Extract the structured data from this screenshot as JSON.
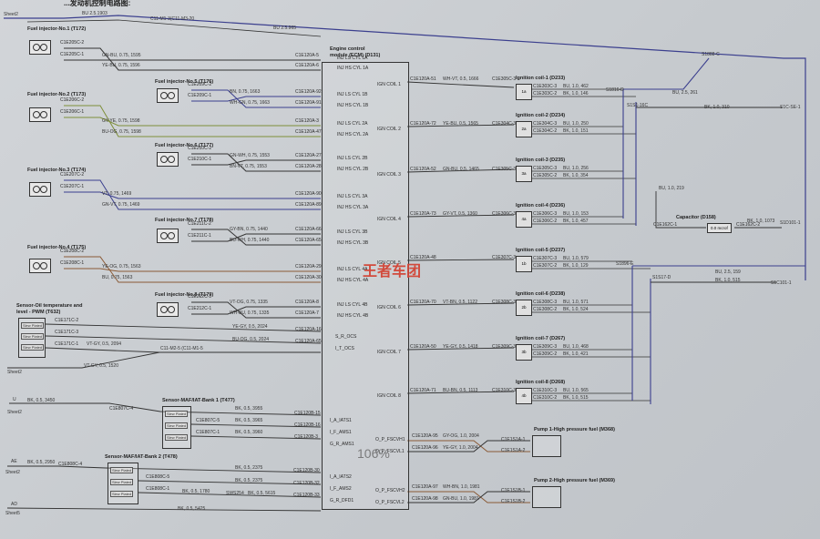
{
  "header": {
    "title": "...发动机控制电路图:"
  },
  "ecm": {
    "title": "Engine control",
    "title2": "module (ECM) (D131)"
  },
  "top": {
    "sheet": "Sheet2",
    "bu_left": "BU 2.5.1903",
    "c11m1": "C11-M1-3(C11-M3-20",
    "bu_mid": "BU 2.5.965",
    "s1": "S1888-C",
    "s2": "S1816-D",
    "s3": "S1S1-16C"
  },
  "injectors": [
    {
      "title": "Fuel injector-No.1 (T172)",
      "p1": "C1E205C-2",
      "p2": "C1E205C-1",
      "w1": "GN-BU, 0.75, 1595",
      "w2": "YE-BU, 0.75, 1596",
      "e1": "C1E120A-5",
      "e2": "C1E120A-6",
      "ecm1": "INJ LS CYL 1A",
      "ecm2": "INJ HS CYL 1A"
    },
    {
      "title": "Fuel injector-No.5 (T176)",
      "p1": "C1E209C-2",
      "p2": "C1E209C-1",
      "w1": "BN, 0.75, 1663",
      "w2": "WH-GN, 0.75, 1663",
      "e1": "C1E120A-92",
      "e2": "C1E120A-91",
      "ecm1": "INJ LS CYL 1B",
      "ecm2": "INJ HS CYL 1B"
    },
    {
      "title": "Fuel injector-No.2 (T173)",
      "p1": "C1E206C-2",
      "p2": "C1E206C-1",
      "w1": "GY-YE, 0.75, 1598",
      "w2": "BU-OG, 0.75, 1598",
      "e1": "C1E120A-3",
      "e2": "C1E120A-47",
      "ecm1": "INJ LS CYL 2A",
      "ecm2": "INJ HS CYL 2A"
    },
    {
      "title": "Fuel injector-No.6 (T177)",
      "p1": "C1E210C-2",
      "p2": "C1E210C-1",
      "w1": "GN-WH, 0.75, 1553",
      "w2": "BN-VT, 0.75, 1553",
      "e1": "C1E120A-27",
      "e2": "C1E120A-28",
      "ecm1": "INJ LS CYL 2B",
      "ecm2": "INJ HS CYL 2B"
    },
    {
      "title": "Fuel injector-No.3 (T174)",
      "p1": "C1E207C-2",
      "p2": "C1E207C-1",
      "w1": "VT, 0.75, 1469",
      "w2": "GN-VT, 0.75, 1469",
      "e1": "C1E120A-90",
      "e2": "C1E120A-89",
      "ecm1": "INJ LS CYL 3A",
      "ecm2": "INJ HS CYL 3A"
    },
    {
      "title": "Fuel injector-No.7 (T178)",
      "p1": "C1E211C-2",
      "p2": "C1E211C-1",
      "w1": "GY-BN, 0.75, 1440",
      "w2": "BU-WH, 0.75, 1440",
      "e1": "C1E120A-66",
      "e2": "C1E120A-65",
      "ecm1": "INJ LS CYL 3B",
      "ecm2": "INJ HS CYL 3B"
    },
    {
      "title": "Fuel injector-No.4 (T175)",
      "p1": "C1E208C-2",
      "p2": "C1E208C-1",
      "w1": "YE-OG, 0.75, 1563",
      "w2": "BU, 0.75, 1563",
      "e1": "C1E120A-29",
      "e2": "C1E120A-30",
      "ecm1": "INJ LS CYL 4A",
      "ecm2": "INJ HS CYL 4A"
    },
    {
      "title": "Fuel injector-No.8 (T179)",
      "p1": "C1E212C-2",
      "p2": "C1E212C-1",
      "w1": "VT-OG, 0.75, 1335",
      "w2": "WH-BU, 0.75, 1335",
      "e1": "C1E120A-8",
      "e2": "C1E120A-7",
      "ecm1": "INJ LS CYL 4B",
      "ecm2": "INJ HS CYL 4B"
    }
  ],
  "oil_sensor": {
    "title": "Sensor-Oil temperature and",
    "title2": "level - PWM (T632)",
    "p1": "C1E171C-2",
    "p2": "C1E171C-3",
    "p3": "C1E171C-1",
    "w1": "YE-GY, 0.5, 2024",
    "w2": "BU-OG, 0.5, 2024",
    "w3": "VT-GY, 0.5, 2094",
    "e1": "C1E120A-16",
    "e2": "C1E120A-65",
    "ecm1": "S_R_OCS",
    "ecm2": "I_T_OCS",
    "splice": "C11-M2-5 (C11-M1-5",
    "ground": "VT-GY, 0.5, 1520",
    "sheet": "Sheet2"
  },
  "maf1": {
    "title": "Sensor-MAF/IAT-Bank 1 (T477)",
    "sheet_u": "U",
    "bk": "BK, 0.5, 3450",
    "sheet": "Sheet2",
    "p1": "C1E807C-4",
    "p2": "C1E807C-5",
    "p3": "C1E807C-1",
    "w1": "BK, 0.5, 3955",
    "w2": "BK, 0.5, 3965",
    "w3": "BK, 0.5, 3960",
    "e1": "C1E120B-15",
    "e2": "C1E120B-16",
    "e3": "C1E120B-3",
    "ecm1": "I_A_IATS1",
    "ecm2": "I_F_AMS1",
    "ecm3": "G_R_AMS1"
  },
  "maf2": {
    "title": "Sensor-MAF/IAT-Bank 2 (T478)",
    "sheet_ae": "AE",
    "bk": "BK, 0.5, 2950",
    "sheet": "Sheet2",
    "p1": "C1E808C-4",
    "p2": "C1E808C-5",
    "p3": "C1E808C-1",
    "w1": "BK, 0.5, 2375",
    "w2": "BK, 0.5, 2375",
    "w3": "BK, 0.5, 1780",
    "w4": "SWS254",
    "w5": "BK, 0.5, 5615",
    "e1": "C1E120B-30",
    "e2": "C1E120B-32",
    "e3": "C1E120B-33",
    "ecm1": "I_A_IATS2",
    "ecm2": "I_F_AMS2",
    "ecm3": "G_R_DFD1",
    "sheet_ad": "AD",
    "bk2": "BK, 0.5, 5425",
    "sheet2": "Sheet5"
  },
  "ign_outputs": [
    {
      "ecm": "IGN COIL 1",
      "e": "C1E120A-51",
      "w": "WH-VT, 0.5, 1666",
      "c": "C1E305C-3"
    },
    {
      "ecm": "IGN COIL 2",
      "e": "C1E120A-72",
      "w": "YE-BU, 0.5, 1565",
      "c": "C1E304C-3"
    },
    {
      "ecm": "IGN COIL 3",
      "e": "C1E120A-52",
      "w": "GN-BU, 0.5, 1465",
      "c": "C1E305C-3"
    },
    {
      "ecm": "IGN COIL 4",
      "e": "C1E120A-73",
      "w": "GY-VT, 0.5, 1360",
      "c": "C1E306C-3"
    },
    {
      "ecm": "IGN COIL 5",
      "e": "C1E120A-48",
      "w": "",
      "c": "C1E307C-3"
    },
    {
      "ecm": "IGN COIL 6",
      "e": "C1E120A-70",
      "w": "VT-BN, 0.5, 1122",
      "c": "C1E308C-3"
    },
    {
      "ecm": "IGN COIL 7",
      "e": "C1E120A-50",
      "w": "YE-GY, 0.5, 1418",
      "c": "C1E309C-3"
    },
    {
      "ecm": "IGN COIL 8",
      "e": "C1E120A-71",
      "w": "BU-BN, 0.5, 1113",
      "c": "C1E310C-3"
    }
  ],
  "coils": [
    {
      "title": "Ignition coil-1 (D233)",
      "label": "1a",
      "p1": "C1E303C-3",
      "p2": "C1E303C-2",
      "w1": "BU, 1.0, 462",
      "w2": "BK, 1.0, 146"
    },
    {
      "title": "Ignition coil-2 (D234)",
      "label": "2a",
      "p1": "C1E304C-3",
      "p2": "C1E304C-2",
      "w1": "BU, 1.0, 250",
      "w2": "BK, 1.0, 151"
    },
    {
      "title": "Ignition coil-3 (D235)",
      "label": "3a",
      "p1": "C1E305C-3",
      "p2": "C1E305C-2",
      "w1": "BU, 1.0, 256",
      "w2": "BK, 1.0, 354"
    },
    {
      "title": "Ignition coil-4 (D236)",
      "label": "4a",
      "p1": "C1E306C-3",
      "p2": "C1E306C-2",
      "w1": "BU, 1.0, 153",
      "w2": "BK, 1.0, 457"
    },
    {
      "title": "Ignition coil-5 (D237)",
      "label": "1b",
      "p1": "C1E307C-3",
      "p2": "C1E307C-2",
      "w1": "BU, 1.0, 579",
      "w2": "BK, 1.0, 129"
    },
    {
      "title": "Ignition coil-6 (D238)",
      "label": "2b",
      "p1": "C1E308C-3",
      "p2": "C1E308C-2",
      "w1": "BU, 1.0, 571",
      "w2": "BK, 1.0, 524"
    },
    {
      "title": "Ignition coil-7 (D267)",
      "label": "3b",
      "p1": "C1E309C-3",
      "p2": "C1E309C-2",
      "w1": "BU, 1.0, 468",
      "w2": "BK, 1.0, 421"
    },
    {
      "title": "Ignition coil-8 (D268)",
      "label": "4b",
      "p1": "C1E310C-3",
      "p2": "C1E310C-2",
      "w1": "BU, 1.0, 565",
      "w2": "BK, 1.0, 515"
    }
  ],
  "right": {
    "bu261": "BU, 2.5, 261",
    "bk310": "BK, 1.0, 310",
    "g1": "S1C-SE-1",
    "bu219": "BU, 1.0, 219",
    "cap_title": "Capacitor (D158)",
    "cap_body": "0.0 mcrof",
    "cap_c1": "C1E162C-1",
    "cap_c2": "C1E162C-2",
    "cap_w": "BK, 1.0, 1073",
    "g2": "S1D101-1",
    "s4": "S1896-E",
    "s5": "S1S17-D",
    "bu159": "BU, 2.5, 159",
    "bk515": "BK, 1.0, 515",
    "g3": "S1C101-1"
  },
  "pumps": [
    {
      "title": "Pump 1-High pressure fuel (M368)",
      "e1": "C1E120A-95",
      "e2": "C1E120A-96",
      "w1": "GY-OG, 1.0, 2004",
      "w2": "YE-GY, 1.0, 2004",
      "p1": "C1E1S1A-1",
      "p2": "C1E1S1A-2",
      "ecm1": "O_P_FSCVH1",
      "ecm2": "O_P_FSCVL1"
    },
    {
      "title": "Pump 2-High pressure fuel (M369)",
      "e1": "C1E120A-97",
      "e2": "C1E120A-98",
      "w1": "WH-BN, 1.0, 1981",
      "w2": "GN-BU, 1.0, 1981",
      "p1": "C1E1S1B-1",
      "p2": "C1E1S1B-2",
      "ecm1": "O_P_FSCVH2",
      "ecm2": "O_P_FSCVL2"
    }
  ],
  "sensor_row": "Slew Plated",
  "watermark": "王者车团",
  "zoom": "106%",
  "colors": {
    "wire_blue": "#3b3f8e",
    "wire_green": "#7e8f3a",
    "wire_brown": "#8a5a36",
    "wire_dark": "#333"
  }
}
